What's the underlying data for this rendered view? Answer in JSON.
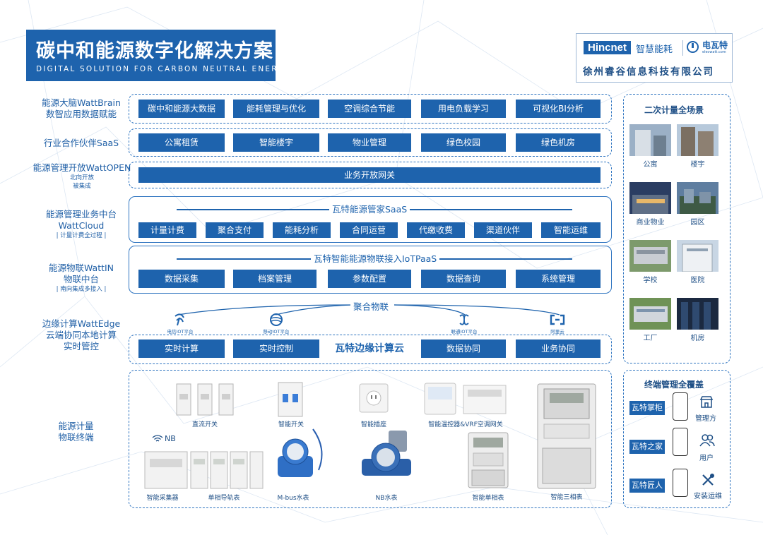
{
  "header": {
    "title": "碳中和能源数字化解决方案",
    "subtitle": "DIGITAL SOLUTION FOR CARBON NEUTRAL ENERGY"
  },
  "logo": {
    "hincnet": "Hincnet",
    "hincnet_tag": "智慧能耗",
    "dianwate": "电瓦特",
    "dianwate_url": "elecwatt.com",
    "company": "徐州睿谷信息科技有限公司"
  },
  "layers": {
    "brain": {
      "label1": "能源大脑WattBrain",
      "label2": "数智应用数据赋能",
      "items": [
        "碳中和能源大数据",
        "能耗管理与优化",
        "空调综合节能",
        "用电负载学习",
        "可视化BI分析"
      ]
    },
    "saas": {
      "label1": "行业合作伙伴SaaS",
      "items": [
        "公寓租赁",
        "智能楼宇",
        "物业管理",
        "绿色校园",
        "绿色机房"
      ]
    },
    "open": {
      "label1": "能源管理开放WattOPEN",
      "small1": "北向开放",
      "small2": "被集成",
      "gateway": "业务开放网关"
    },
    "cloud": {
      "label1": "能源管理业务中台",
      "label2": "WattCloud",
      "small": "计量计费全过程",
      "header": "瓦特能源管家SaaS",
      "items": [
        "计量计费",
        "聚合支付",
        "能耗分析",
        "合同运营",
        "代缴收费",
        "渠道伙伴",
        "智能运维"
      ]
    },
    "iot": {
      "label1": "能源物联WattIN",
      "label2": "物联中台",
      "small": "南向集成多接入",
      "header": "瓦特智能能源物联接入IoTPaaS",
      "items": [
        "数据采集",
        "档案管理",
        "参数配置",
        "数据查询",
        "系统管理"
      ]
    },
    "edge": {
      "label1": "边缘计算WattEdge",
      "label2": "云端协同本地计算",
      "label3": "实时管控",
      "aggregate": "聚合物联",
      "platforms": [
        "电信IOT平台",
        "移动IOT平台",
        "联通IOT平台",
        "阿里云"
      ],
      "items": [
        "实时计算",
        "实时控制",
        "数据协同",
        "业务协同"
      ],
      "center": "瓦特边缘计算云"
    },
    "terminal": {
      "label1": "能源计量",
      "label2": "物联终端",
      "nb": "NB",
      "devices": [
        "直流开关",
        "智能开关",
        "智能插座",
        "智能温控器&VRF空调网关",
        "智能采集器",
        "单相导轨表",
        "M-bus水表",
        "NB水表",
        "智能单相表",
        "智能三相表"
      ]
    }
  },
  "scenes": {
    "title": "二次计量全场景",
    "items": [
      "公寓",
      "楼宇",
      "商业物业",
      "园区",
      "学校",
      "医院",
      "工厂",
      "机房"
    ]
  },
  "terminal_mgmt": {
    "title": "终端管理全覆盖",
    "apps": [
      "瓦特掌柜",
      "瓦特之家",
      "瓦特匠人"
    ],
    "roles": [
      "管理方",
      "用户",
      "安装运维"
    ]
  },
  "colors": {
    "primary": "#1e63ad",
    "text": "#1f5fa6",
    "dash": "#2e74c0"
  }
}
